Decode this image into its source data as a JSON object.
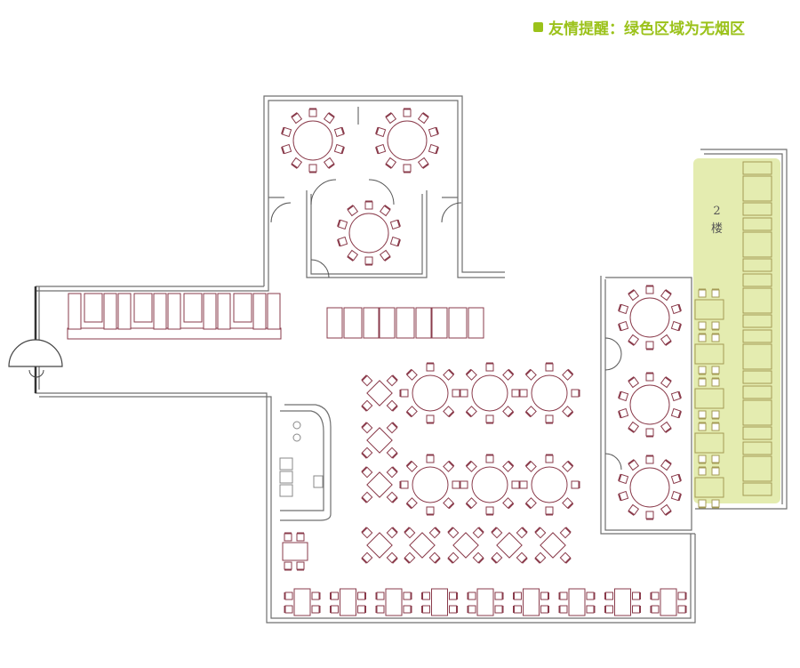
{
  "notice": {
    "text": "友情提醒：绿色区域为无烟区",
    "icon": "square-bullet-icon"
  },
  "floor_label": {
    "number": "2",
    "char": "楼"
  },
  "colors": {
    "notice": "#9bc21a",
    "smoke_free_zone": "#e4ecb0",
    "furniture": "#8a3b4b",
    "green_furniture": "#a39a55",
    "walls": "#6f6f6f"
  }
}
